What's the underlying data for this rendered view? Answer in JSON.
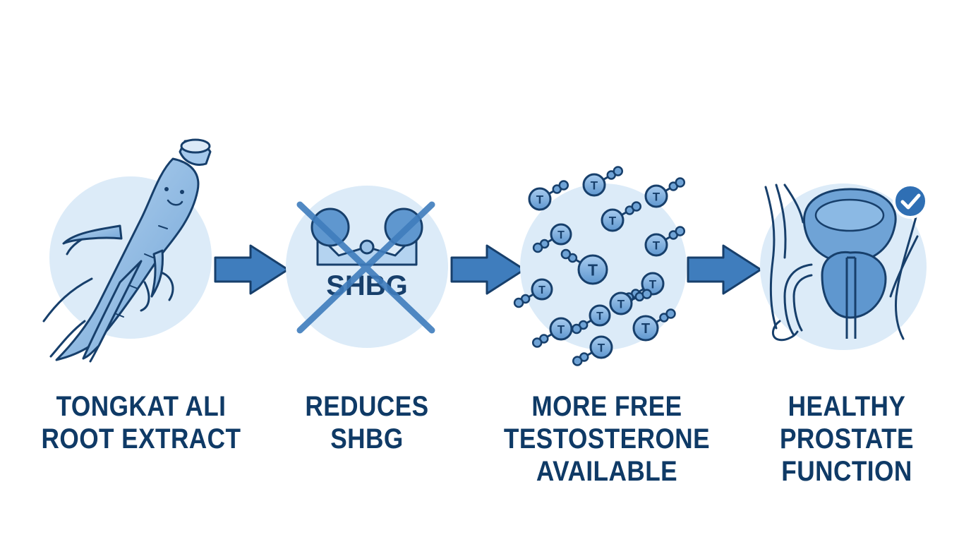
{
  "steps": [
    {
      "line1": "TONGKAT ALI",
      "line2": "ROOT EXTRACT",
      "icon": "ginseng-root-icon"
    },
    {
      "line1": "REDUCES",
      "line2": "SHBG",
      "icon": "crossed-out-shbg-icon",
      "badge_text": "SHBG"
    },
    {
      "line1": "MORE FREE",
      "line2": "TESTOSTERONE",
      "line3": "AVAILABLE",
      "icon": "testosterone-molecules-icon",
      "molecule_label": "T"
    },
    {
      "line1": "HEALTHY",
      "line2": "PROSTATE",
      "line3": "FUNCTION",
      "icon": "prostate-check-icon"
    }
  ],
  "colors": {
    "text": "#0f3a66",
    "circle_bg": "#dcebf8",
    "accent": "#3f7dbd",
    "outline": "#173f6b",
    "light_fill": "#9cc3e8"
  }
}
